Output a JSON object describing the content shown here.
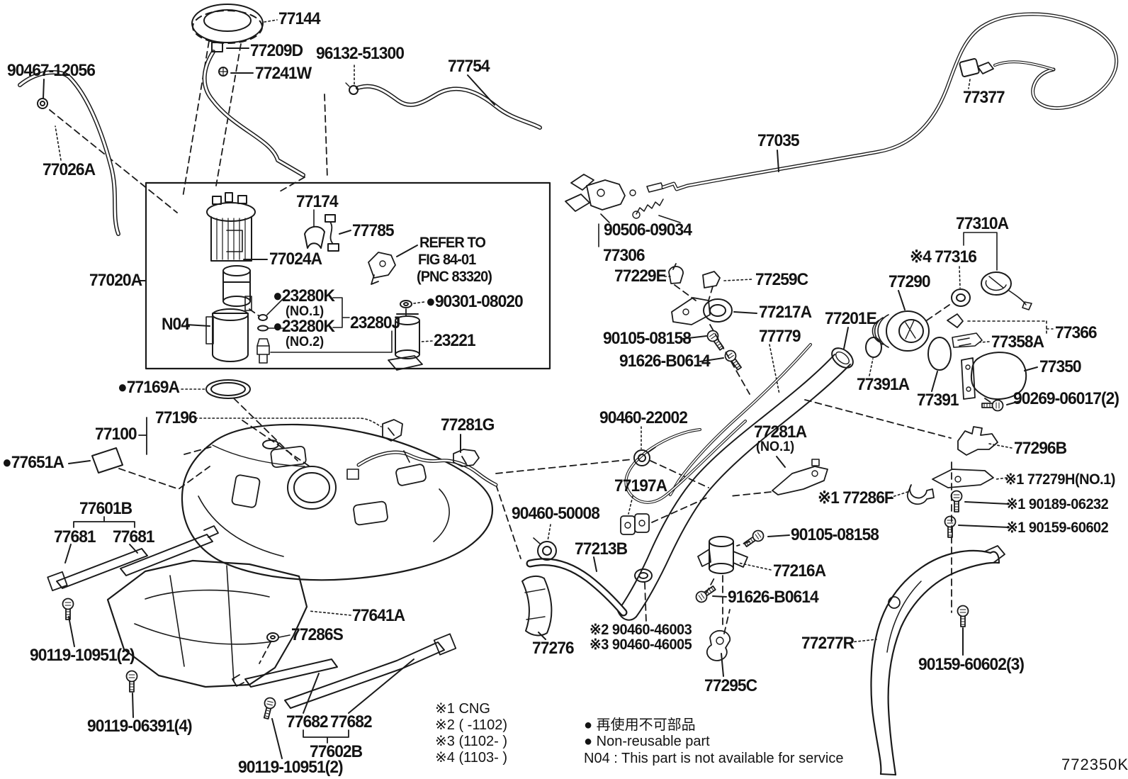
{
  "diagram": {
    "figure_code": "772350K",
    "reference_note": {
      "line1": "REFER TO",
      "line2": "FIG 84-01",
      "line3": "(PNC 83320)"
    },
    "footnotes": [
      "※1 CNG",
      "※2 (   -1102)",
      "※3 (1102-   )",
      "※4 (1103-   )"
    ],
    "legend": [
      "● 再使用不可部品",
      "● Non-reusable part",
      "N04 : This part is not available for service"
    ],
    "parts": {
      "p90467_12056": "90467-12056",
      "p77026a": "77026A",
      "p77144": "77144",
      "p77209d": "77209D",
      "p77241w": "77241W",
      "p96132_51300": "96132-51300",
      "p77754": "77754",
      "p77174": "77174",
      "p77785": "77785",
      "p77024a": "77024A",
      "p77020a": "77020A",
      "n04": "N04",
      "p23280k_1": "●23280K",
      "p23280k_1_sub": "(NO.1)",
      "p23280k_2": "●23280K",
      "p23280k_2_sub": "(NO.2)",
      "p23280j": "23280J",
      "p90301_08020": "●90301-08020",
      "p23221": "23221",
      "p77169a": "●77169A",
      "p77196": "77196",
      "p77100": "77100",
      "p77651a": "●77651A",
      "p77601b": "77601B",
      "p77681_1": "77681",
      "p77681_2": "77681",
      "p90119_10951_a": "90119-10951(2)",
      "p90119_06391": "90119-06391(4)",
      "p77682_1": "77682",
      "p77682_2": "77682",
      "p77602b": "77602B",
      "p90119_10951_b": "90119-10951(2)",
      "p77641a": "77641A",
      "p77286s": "77286S",
      "p77281g": "77281G",
      "p90460_22002": "90460-22002",
      "p77281a": "77281A",
      "p77281a_sub": "(NO.1)",
      "p77197a": "77197A",
      "p90460_50008": "90460-50008",
      "p77213b": "77213B",
      "p77276": "77276",
      "p90460_46003": "※2 90460-46003",
      "p90460_46005": "※3 90460-46005",
      "p77295c": "77295C",
      "p77216a": "77216A",
      "p91626_b0614_b": "91626-B0614",
      "p90105_08158_b": "90105-08158",
      "p90506_09034": "90506-09034",
      "p77306": "77306",
      "p77229e": "77229E",
      "p77259c": "77259C",
      "p77217a": "77217A",
      "p77779": "77779",
      "p90105_08158_a": "90105-08158",
      "p91626_b0614_a": "91626-B0614",
      "p77201e": "77201E",
      "p77290": "77290",
      "p77316": "※4 77316",
      "p77310a": "77310A",
      "p77366": "77366",
      "p77358a": "77358A",
      "p77350": "77350",
      "p77391a": "77391A",
      "p77391": "77391",
      "p90269_06017": "90269-06017(2)",
      "p77296b": "77296B",
      "p77279h": "※1 77279H(NO.1)",
      "p77286f": "※1 77286F",
      "p90189_06232": "※1 90189-06232",
      "p90159_60602": "※1 90159-60602",
      "p77035": "77035",
      "p77377": "77377",
      "p77277r": "77277R",
      "p90159_60602_3": "90159-60602(3)"
    }
  }
}
